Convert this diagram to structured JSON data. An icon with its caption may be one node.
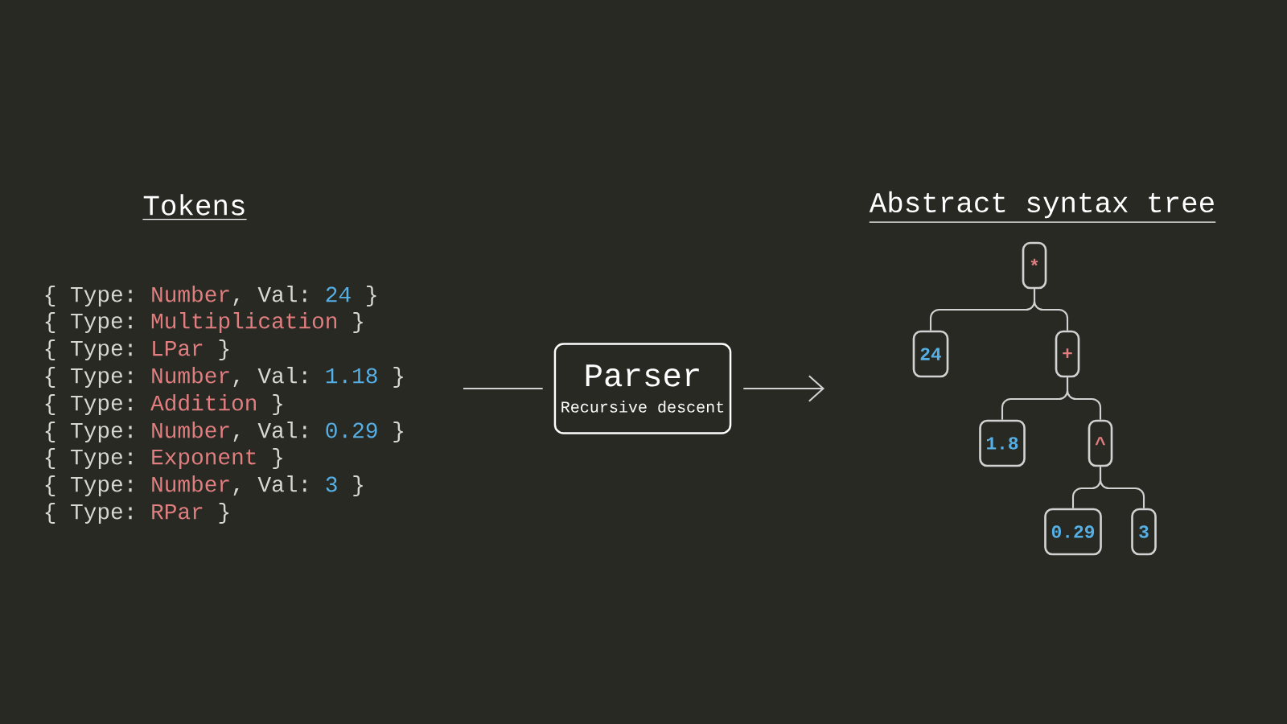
{
  "diagram": {
    "nodes": [
      {
        "text": [
          "Parser",
          "Recursive descent"
        ]
      },
      {
        "text": [
          "*"
        ]
      },
      {
        "text": [
          "24"
        ]
      },
      {
        "text": [
          "+"
        ]
      },
      {
        "text": [
          "1.8"
        ]
      },
      {
        "text": [
          "^"
        ]
      },
      {
        "text": [
          "0.29"
        ]
      },
      {
        "text": [
          "3"
        ]
      }
    ],
    "edges": [
      {
        "from": null,
        "to": 0,
        "arrow": "none"
      },
      {
        "from": 0,
        "to": null,
        "arrow": "to"
      },
      {
        "from": 1,
        "to": 2,
        "arrow": "none"
      },
      {
        "from": 1,
        "to": 3,
        "arrow": "none"
      },
      {
        "from": 3,
        "to": 4,
        "arrow": "none"
      },
      {
        "from": 3,
        "to": 5,
        "arrow": "none"
      },
      {
        "from": 5,
        "to": 6,
        "arrow": "none"
      },
      {
        "from": 5,
        "to": 7,
        "arrow": "none"
      }
    ],
    "labels": [
      "Tokens",
      "Abstract syntax tree",
      "{ Type:",
      "Number",
      ", Val:",
      "24",
      "}",
      "{ Type:",
      "Multiplication",
      "}",
      "{ Type:",
      "LPar",
      "}",
      "{ Type:",
      "Number",
      ", Val:",
      "1.18",
      "}",
      "{ Type:",
      "Addition",
      "}",
      "{ Type:",
      "Number",
      ", Val:",
      "0.29",
      "}",
      "{ Type:",
      "Exponent",
      "}",
      "{ Type:",
      "Number",
      ", Val:",
      "3",
      "}",
      "{ Type:",
      "RPar",
      "}"
    ]
  }
}
